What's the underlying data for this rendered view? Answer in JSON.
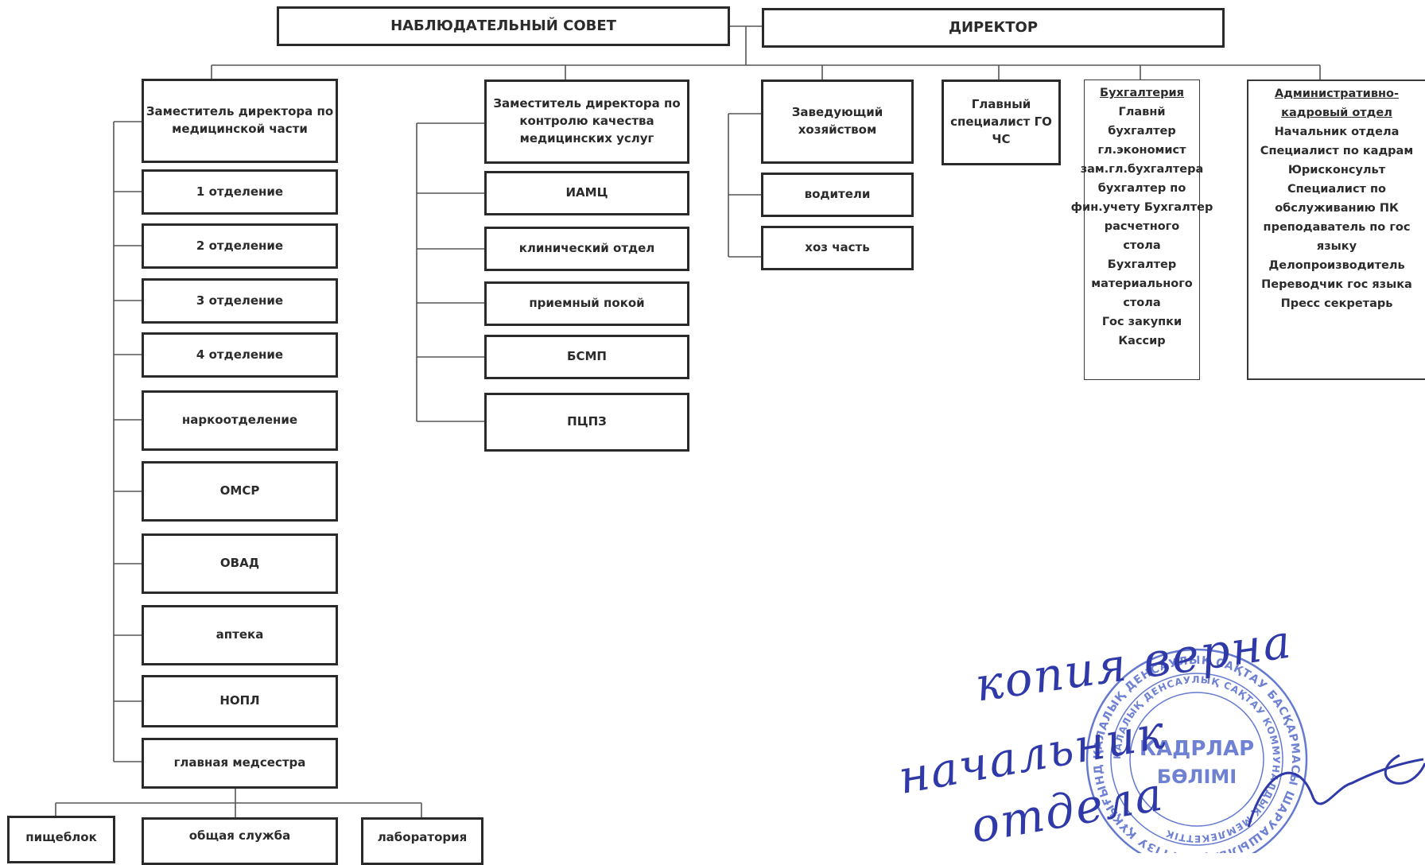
{
  "top": {
    "council": "НАБЛЮДАТЕЛЬНЫЙ СОВЕТ",
    "director": "ДИРЕКТОР"
  },
  "medical": {
    "head": "Заместитель директора по медицинской части",
    "items": [
      "1 отделение",
      "2 отделение",
      "3 отделение",
      "4 отделение",
      "наркоотделение",
      "ОМСР",
      "ОВАД",
      "аптека",
      "НОПЛ",
      "главная медсестра"
    ],
    "sub": [
      "пищеблок",
      "общая служба",
      "лаборатория"
    ]
  },
  "quality": {
    "head": "Заместитель директора по контролю  качества медицинских услуг",
    "items": [
      "ИАМЦ",
      "клинический отдел",
      "приемный покой",
      "БСМП",
      "ПЦПЗ"
    ]
  },
  "household": {
    "head": "Заведующий хозяйством",
    "items": [
      "водители",
      "хоз часть"
    ]
  },
  "civil": {
    "head": "Главный специалист ГО ЧС"
  },
  "accounting": {
    "title": "Бухгалтерия",
    "lines": [
      "Главнй бухгалтер",
      "гл.экономист",
      "зам.гл.бухгалтера",
      "бухгалтер по",
      "фин.учету  Бухгалтер",
      "расчетного стола",
      "Бухгалтер",
      "материального",
      "стола",
      "Гос закупки",
      "Кассир"
    ]
  },
  "hr": {
    "title_1": "Административно-",
    "title_2": "кадровый отдел",
    "lines": [
      "Начальник отдела",
      "Специалист по кадрам",
      "Юрисконсульт",
      "Специалист по",
      "обслуживанию ПК",
      "преподаватель  по гос",
      "языку",
      "Делопроизводитель",
      "Переводчик гос языка",
      "Пресс секретарь"
    ]
  },
  "signature": {
    "line1": "копия верна",
    "line2": "начальник",
    "line3": "отдела"
  },
  "stamp": {
    "center_1": "КАДРЛАР",
    "center_2": "БӨЛІМІ",
    "ring_outer": "ҚАЛАЛЫҚ ДЕНСАУЛЫҚ САҚТАУ БАСҚАРМАСЫ ШАРУАШЫЛЫҚ ЖҮРГІЗУ ҚҰҚЫҒЫНДАҒЫ КОММУНАЛДЫҚ МЕМЛЕКЕТТІК КӘСІПОРНЫ",
    "ring_inner": "ҚАЛАЛЫҚ ДЕНСАУЛЫҚ САҚТАУ КОММУНАЛДЫҚ МЕМЛЕКЕТТІК"
  },
  "colors": {
    "ink": "#2b2b2b",
    "pen": "#2f3aa8",
    "stamp": "#4a62c8"
  }
}
